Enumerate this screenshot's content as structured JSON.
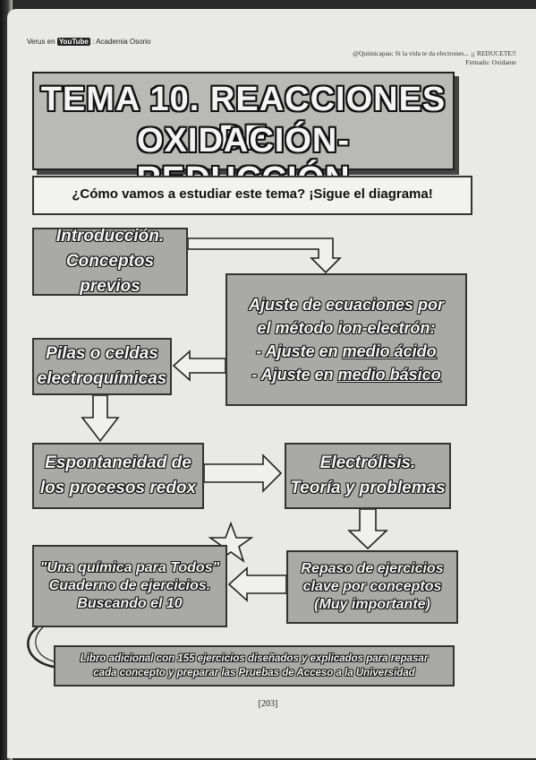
{
  "header": {
    "left_prefix": "Verus en",
    "left_logo": "YouTube",
    "left_channel": ": Academia Osorio",
    "right_line1": "@Quimicapau: Si la vida te da electrones... ¡¡ REDUCETE!!",
    "right_line2": "Firmado: Oxidante"
  },
  "title": {
    "line1": "TEMA 10. REACCIONES DE",
    "line2": "OXIDACIÓN-REDUCCIÓN"
  },
  "question": "¿Cómo vamos a estudiar este tema? ¡Sigue el diagrama!",
  "diagram": {
    "intro": {
      "line1": "Introducción.",
      "line2": "Conceptos previos"
    },
    "ajuste": {
      "line1": "Ajuste de ecuaciones por",
      "line2": "el método ion-electrón:",
      "line3_pre": "- Ajuste en ",
      "line3_u": "medio ácido",
      "line4_pre": "- Ajuste en ",
      "line4_u": "medio básico"
    },
    "pilas": {
      "line1": "Pilas o celdas",
      "line2": "electroquímicas"
    },
    "espont": {
      "line1": "Espontaneidad de",
      "line2": "los procesos redox"
    },
    "electro": {
      "line1": "Electrólisis.",
      "line2": "Teoría y problemas"
    },
    "repaso": {
      "line1": "Repaso de ejercicios",
      "line2": "clave por conceptos",
      "line3": "(Muy importante)"
    },
    "cuaderno": {
      "line1": "\"Una química para Todos\"",
      "line2": "Cuaderno de ejercicios.",
      "line3": "Buscando el 10"
    }
  },
  "book": {
    "line1": "Libro adicional con 155 ejercicios diseñados y explicados para repasar",
    "line2": "cada concepto y preparar las Pruebas de Acceso a la Universidad"
  },
  "page_number": "[203]"
}
